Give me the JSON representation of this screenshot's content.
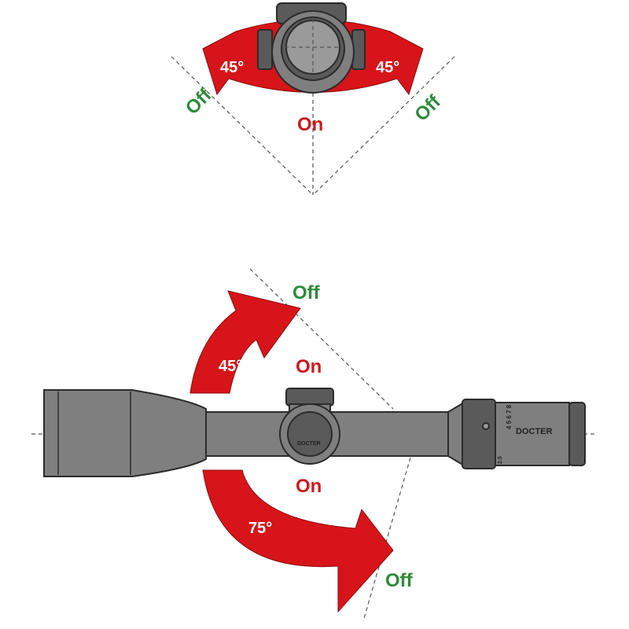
{
  "top_view": {
    "left_angle": "45°",
    "right_angle": "45°",
    "center_state": "On",
    "left_state": "Off",
    "right_state": "Off"
  },
  "side_view": {
    "up_angle": "45°",
    "down_angle": "75°",
    "up_on_state": "On",
    "down_on_state": "On",
    "up_off_state": "Off",
    "down_off_state": "Off",
    "brand": "DOCTER",
    "dial_brand": "DOCTER",
    "zoom_marks": "4 5 6 7 8",
    "zoom_low": "2.5"
  },
  "colors": {
    "on": "#cc1a1f",
    "off": "#2e8b3a",
    "arrow": "#d7141a",
    "scope": "#7f7f7f"
  }
}
